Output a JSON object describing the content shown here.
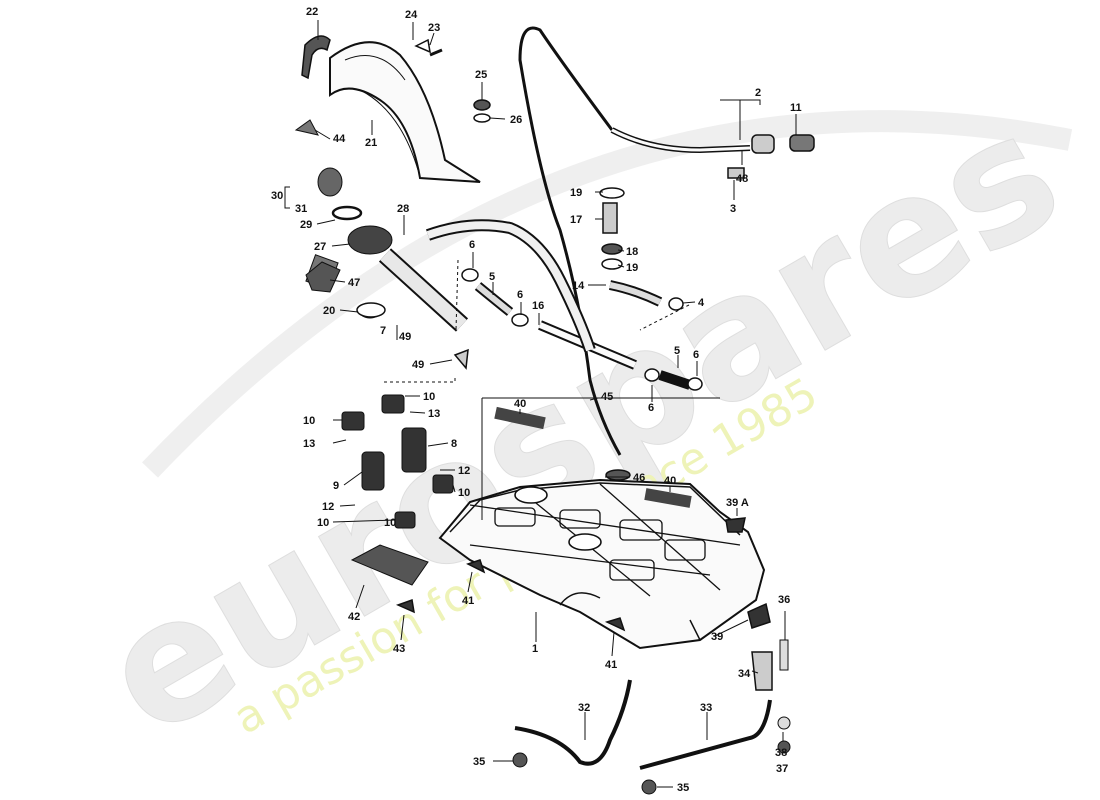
{
  "watermark": {
    "brand": "eurospares",
    "tagline": "a passion for parts since 1985",
    "brand_color": "#e9e9e9",
    "tagline_color": "#eef3b8"
  },
  "callouts": {
    "c1": "1",
    "c2": "2",
    "c3": "3",
    "c4": "4",
    "c5a": "5",
    "c5b": "5",
    "c6a": "6",
    "c6b": "6",
    "c6c": "6",
    "c6d": "6",
    "c7": "7",
    "c8": "8",
    "c9": "9",
    "c10a": "10",
    "c10b": "10",
    "c10c": "10",
    "c10d": "10",
    "c10e": "10",
    "c11": "11",
    "c12a": "12",
    "c12b": "12",
    "c13a": "13",
    "c13b": "13",
    "c14": "14",
    "c16": "16",
    "c17": "17",
    "c18": "18",
    "c19a": "19",
    "c19b": "19",
    "c20": "20",
    "c21": "21",
    "c22": "22",
    "c23": "23",
    "c24": "24",
    "c25": "25",
    "c26": "26",
    "c27": "27",
    "c28": "28",
    "c29": "29",
    "c30": "30",
    "c31": "31",
    "c32": "32",
    "c33": "33",
    "c34": "34",
    "c35a": "35",
    "c35b": "35",
    "c36": "36",
    "c37": "37",
    "c38": "38",
    "c39": "39",
    "c39a": "39 A",
    "c40a": "40",
    "c40b": "40",
    "c41a": "41",
    "c41b": "41",
    "c42": "42",
    "c43": "43",
    "c44": "44",
    "c45": "45",
    "c46": "46",
    "c47": "47",
    "c48": "48",
    "c49a": "49",
    "c49b": "49"
  }
}
